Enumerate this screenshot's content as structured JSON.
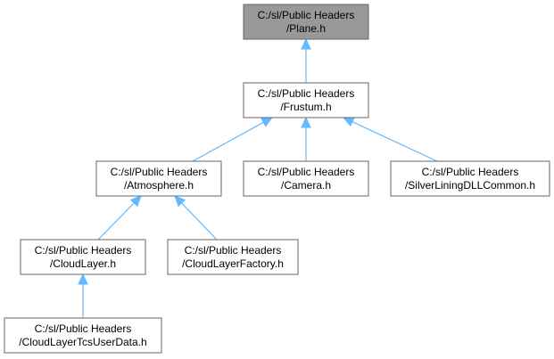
{
  "diagram": {
    "nodes": [
      {
        "id": "plane",
        "line1": "C:/sl/Public Headers",
        "line2": "/Plane.h",
        "current": true
      },
      {
        "id": "frustum",
        "line1": "C:/sl/Public Headers",
        "line2": "/Frustum.h"
      },
      {
        "id": "atmosphere",
        "line1": "C:/sl/Public Headers",
        "line2": "/Atmosphere.h"
      },
      {
        "id": "camera",
        "line1": "C:/sl/Public Headers",
        "line2": "/Camera.h"
      },
      {
        "id": "silverlining",
        "line1": "C:/sl/Public Headers",
        "line2": "/SilverLiningDLLCommon.h"
      },
      {
        "id": "cloudlayer",
        "line1": "C:/sl/Public Headers",
        "line2": "/CloudLayer.h"
      },
      {
        "id": "cloudlayerfactory",
        "line1": "C:/sl/Public Headers",
        "line2": "/CloudLayerFactory.h"
      },
      {
        "id": "cloudlayertcs",
        "line1": "C:/sl/Public Headers",
        "line2": "/CloudLayerTcsUserData.h"
      }
    ],
    "edges": [
      {
        "from": "frustum",
        "to": "plane"
      },
      {
        "from": "atmosphere",
        "to": "frustum"
      },
      {
        "from": "camera",
        "to": "frustum"
      },
      {
        "from": "silverlining",
        "to": "frustum"
      },
      {
        "from": "cloudlayer",
        "to": "atmosphere"
      },
      {
        "from": "cloudlayerfactory",
        "to": "atmosphere"
      },
      {
        "from": "cloudlayertcs",
        "to": "cloudlayer"
      }
    ],
    "colors": {
      "edge": "#63b8ff",
      "current_fill": "#999999",
      "border": "#666666"
    }
  }
}
